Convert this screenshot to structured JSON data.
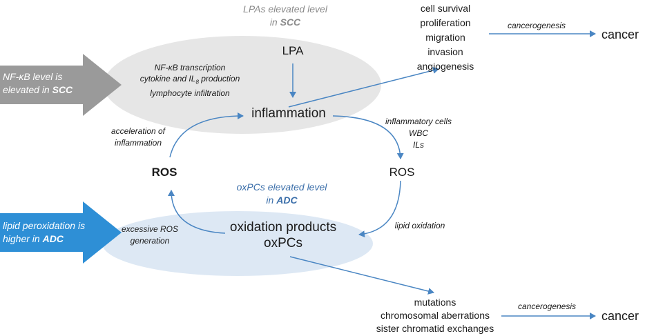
{
  "colors": {
    "scc_ellipse": "#e6e6e6",
    "adc_ellipse": "#dde8f4",
    "scc_arrow": "#9a9a9a",
    "adc_arrow": "#2e8fd6",
    "connector": "#4a86c3",
    "blue_text": "#3a6ea9",
    "grey_text": "#8a8a8a"
  },
  "left_arrows": {
    "nfkb": {
      "line1": "NF-κB level is",
      "line2_prefix": "elevated in ",
      "line2_bold": "SCC"
    },
    "lipid": {
      "line1": "lipid peroxidation is",
      "line2_prefix": "higher in ",
      "line2_bold": "ADC"
    }
  },
  "scc_note": {
    "line1": "LPAs elevated level",
    "line2_prefix": "in ",
    "line2_bold": "SCC"
  },
  "adc_note": {
    "line1": "oxPCs elevated level",
    "line2_prefix": "in ",
    "line2_bold": "ADC"
  },
  "nfkb_effects": {
    "line1": "NF-κB transcription",
    "line2_prefix": "cytokine and IL",
    "line2_sub": "8",
    "line2_suffix": " production",
    "line3": "lymphocyte infiltration"
  },
  "nodes": {
    "lpa": "LPA",
    "inflammation": "inflammation",
    "ros_left": "ROS",
    "ros_right": "ROS",
    "oxidation_line1": "oxidation products",
    "oxidation_line2": "oxPCs",
    "cancer_top": "cancer",
    "cancer_bottom": "cancer"
  },
  "edge_labels": {
    "acceleration": [
      "acceleration of",
      "inflammation"
    ],
    "inflammatory": [
      "inflammatory cells",
      "WBC",
      "ILs"
    ],
    "excessive": [
      "excessive ROS",
      "generation"
    ],
    "lipid_oxidation": "lipid oxidation",
    "cancerogenesis_top": "cancerogenesis",
    "cancerogenesis_bottom": "cancerogenesis"
  },
  "outcomes_top": [
    "cell survival",
    "proliferation",
    "migration",
    "invasion",
    "angiogenesis"
  ],
  "outcomes_bottom": [
    "mutations",
    "chromosomal aberrations",
    "sister chromatid exchanges"
  ]
}
